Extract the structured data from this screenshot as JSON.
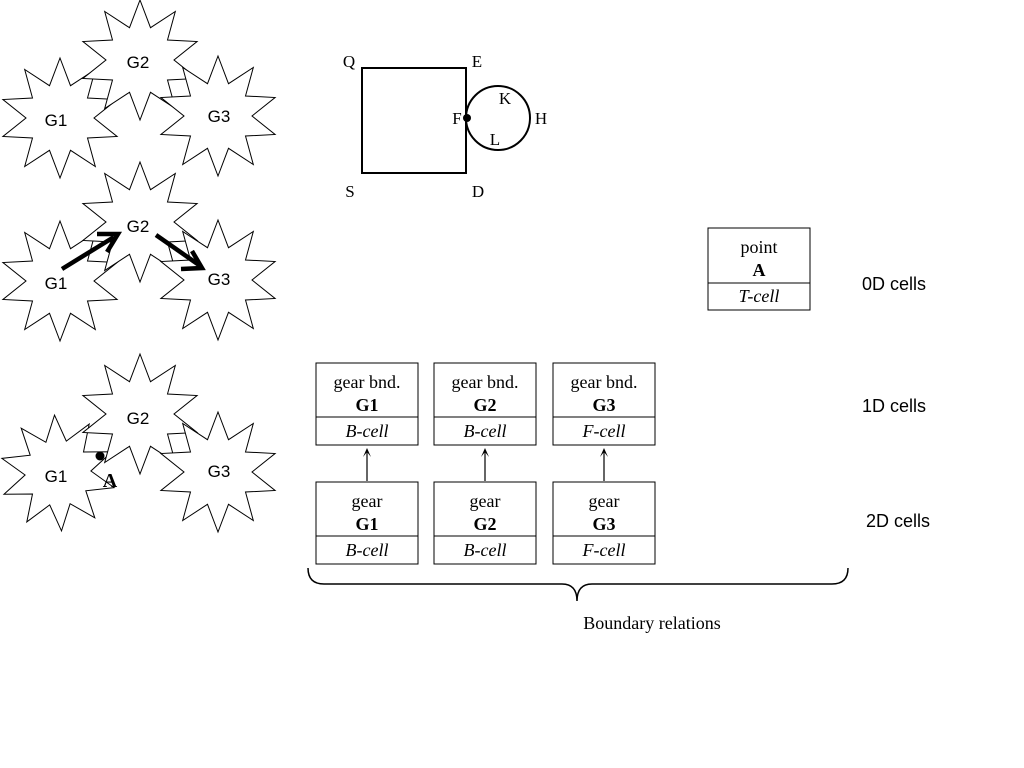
{
  "gears_top": {
    "g1": "G1",
    "g2": "G2",
    "g3": "G3"
  },
  "gears_middle": {
    "g1": "G1",
    "g2": "G2",
    "g3": "G3"
  },
  "gears_bottom": {
    "g1": "G1",
    "g2": "G2",
    "g3": "G3",
    "contact_point": "A"
  },
  "square_diagram": {
    "q": "Q",
    "e": "E",
    "f": "F",
    "s": "S",
    "d": "D",
    "k": "K",
    "l": "L",
    "h": "H"
  },
  "cells": {
    "point_a": {
      "line1": "point",
      "line2": "A",
      "type": "T-cell"
    },
    "bnd_g1": {
      "line1": "gear bnd.",
      "line2": "G1",
      "type": "B-cell"
    },
    "bnd_g2": {
      "line1": "gear bnd.",
      "line2": "G2",
      "type": "B-cell"
    },
    "bnd_g3": {
      "line1": "gear bnd.",
      "line2": "G3",
      "type": "F-cell"
    },
    "gear_g1": {
      "line1": "gear",
      "line2": "G1",
      "type": "B-cell"
    },
    "gear_g2": {
      "line1": "gear",
      "line2": "G2",
      "type": "B-cell"
    },
    "gear_g3": {
      "line1": "gear",
      "line2": "G3",
      "type": "F-cell"
    }
  },
  "row_labels": {
    "zero_d": "0D cells",
    "one_d": "1D cells",
    "two_d": "2D cells"
  },
  "brace_label": "Boundary relations"
}
